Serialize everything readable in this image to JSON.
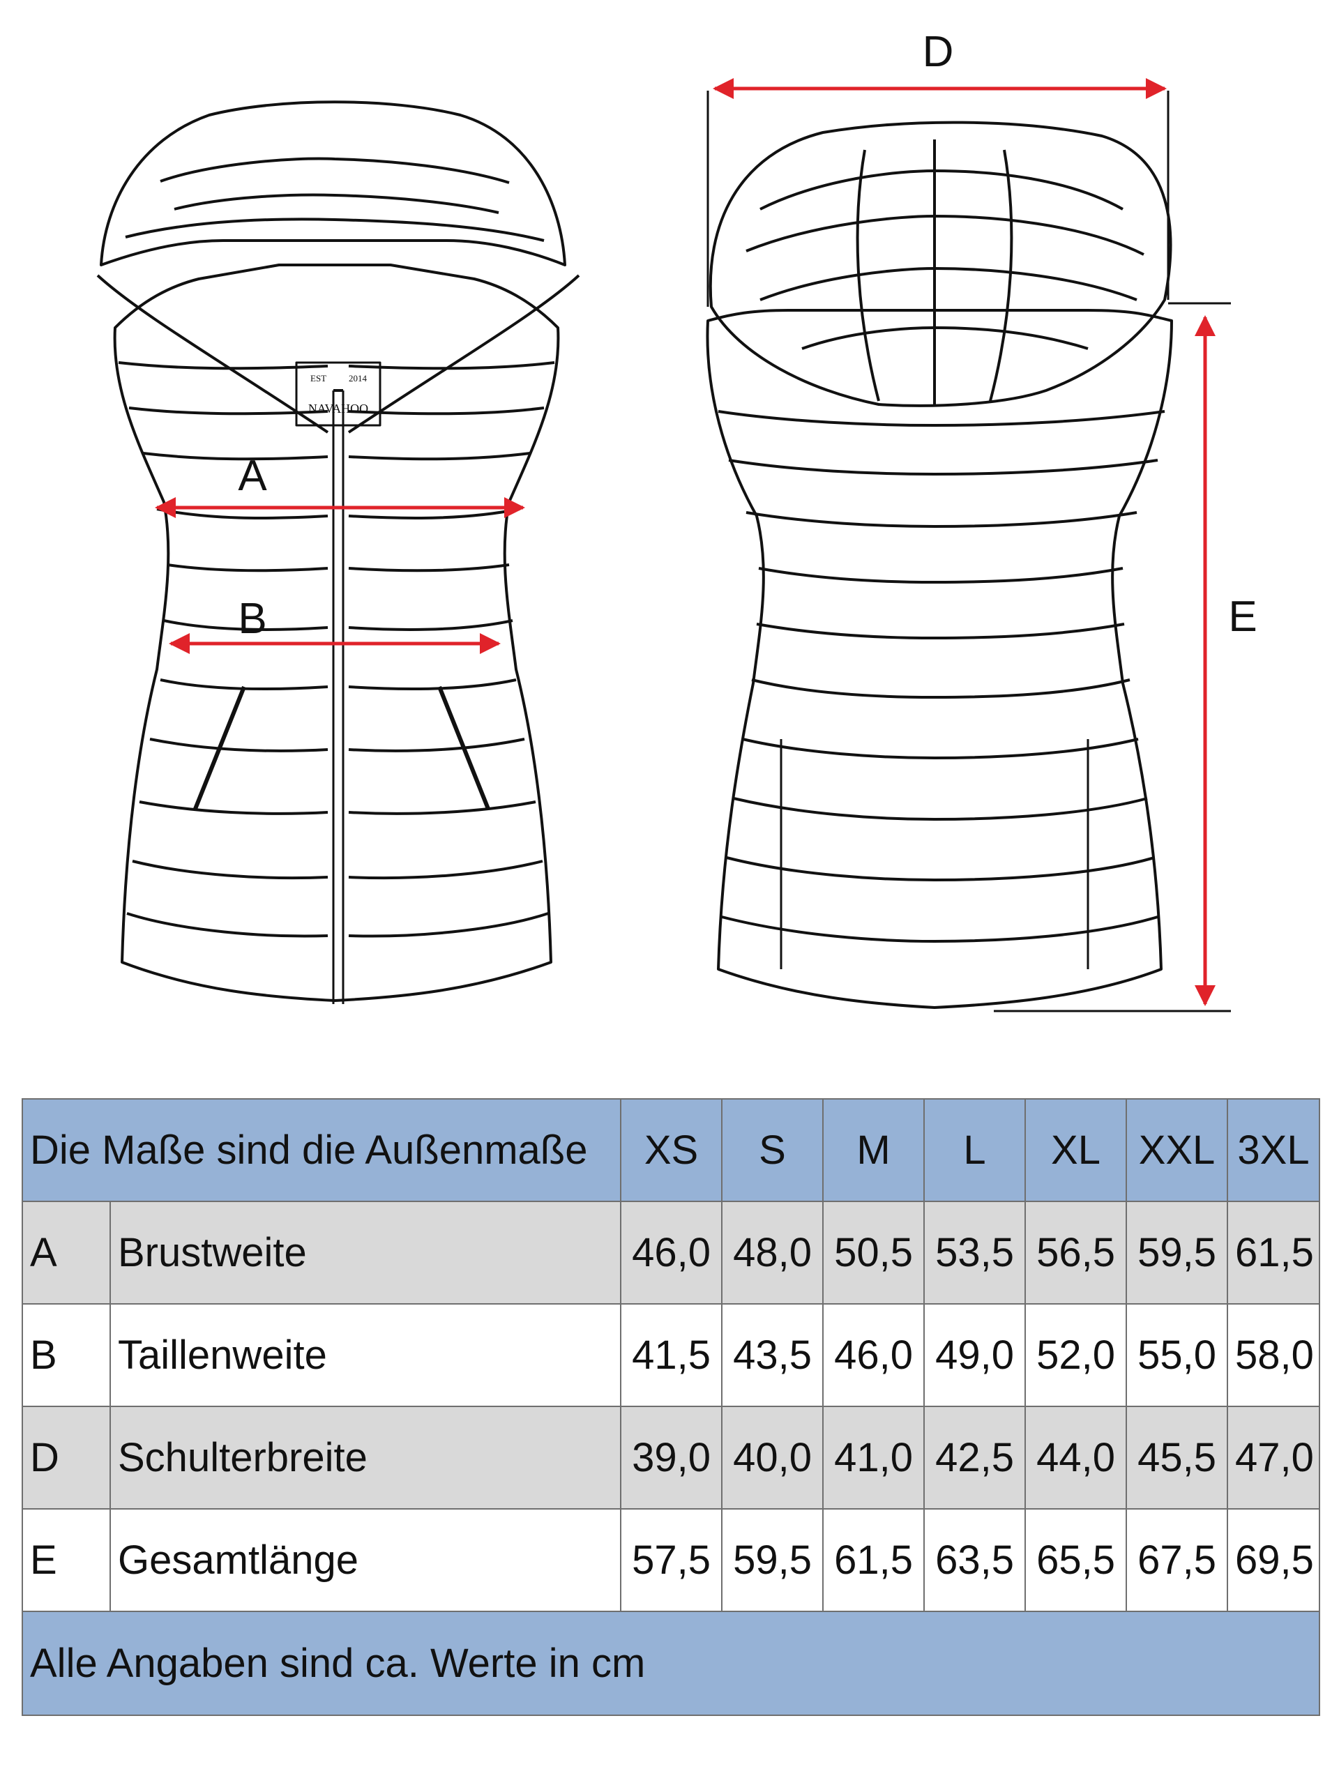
{
  "drawing": {
    "front_labels": [
      "A",
      "B"
    ],
    "back_labels": [
      "D",
      "E"
    ],
    "tag_text": "NAVAHOO",
    "tag_est": "EST",
    "tag_year": "2014",
    "line_color": "#e0232a"
  },
  "table": {
    "header_title": "Die Maße sind die Außenmaße",
    "sizes": [
      "XS",
      "S",
      "M",
      "L",
      "XL",
      "XXL",
      "3XL"
    ],
    "rows": [
      {
        "key": "A",
        "label": "Brustweite",
        "values": [
          "46,0",
          "48,0",
          "50,5",
          "53,5",
          "56,5",
          "59,5",
          "61,5"
        ]
      },
      {
        "key": "B",
        "label": "Taillenweite",
        "values": [
          "41,5",
          "43,5",
          "46,0",
          "49,0",
          "52,0",
          "55,0",
          "58,0"
        ]
      },
      {
        "key": "D",
        "label": "Schulterbreite",
        "values": [
          "39,0",
          "40,0",
          "41,0",
          "42,5",
          "44,0",
          "45,5",
          "47,0"
        ]
      },
      {
        "key": "E",
        "label": "Gesamtlänge",
        "values": [
          "57,5",
          "59,5",
          "61,5",
          "63,5",
          "65,5",
          "67,5",
          "69,5"
        ]
      }
    ],
    "footer": "Alle Angaben sind ca. Werte in cm",
    "header_color": "#96b2d6",
    "stripe_color": "#d9d9d9"
  }
}
